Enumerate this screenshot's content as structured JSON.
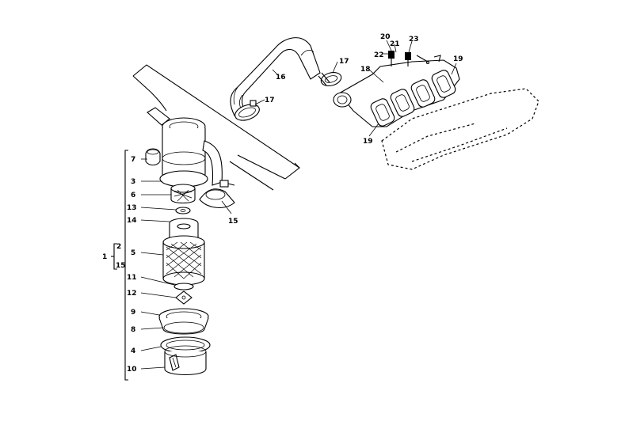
{
  "labels": {
    "p1": "1",
    "p2": "2",
    "p3": "3",
    "p4": "4",
    "p5": "5",
    "p6": "6",
    "p7": "7",
    "p8": "8",
    "p9": "9",
    "p10": "10",
    "p11": "11",
    "p12": "12",
    "p13": "13",
    "p14": "14",
    "p15_bracket": "15",
    "p15": "15",
    "p16": "16",
    "p17_top": "17",
    "p17_mid": "17",
    "p18": "18",
    "p19_right": "19",
    "p19_bottom": "19",
    "p20": "20",
    "p21": "21",
    "p22": "22",
    "p23": "23"
  }
}
